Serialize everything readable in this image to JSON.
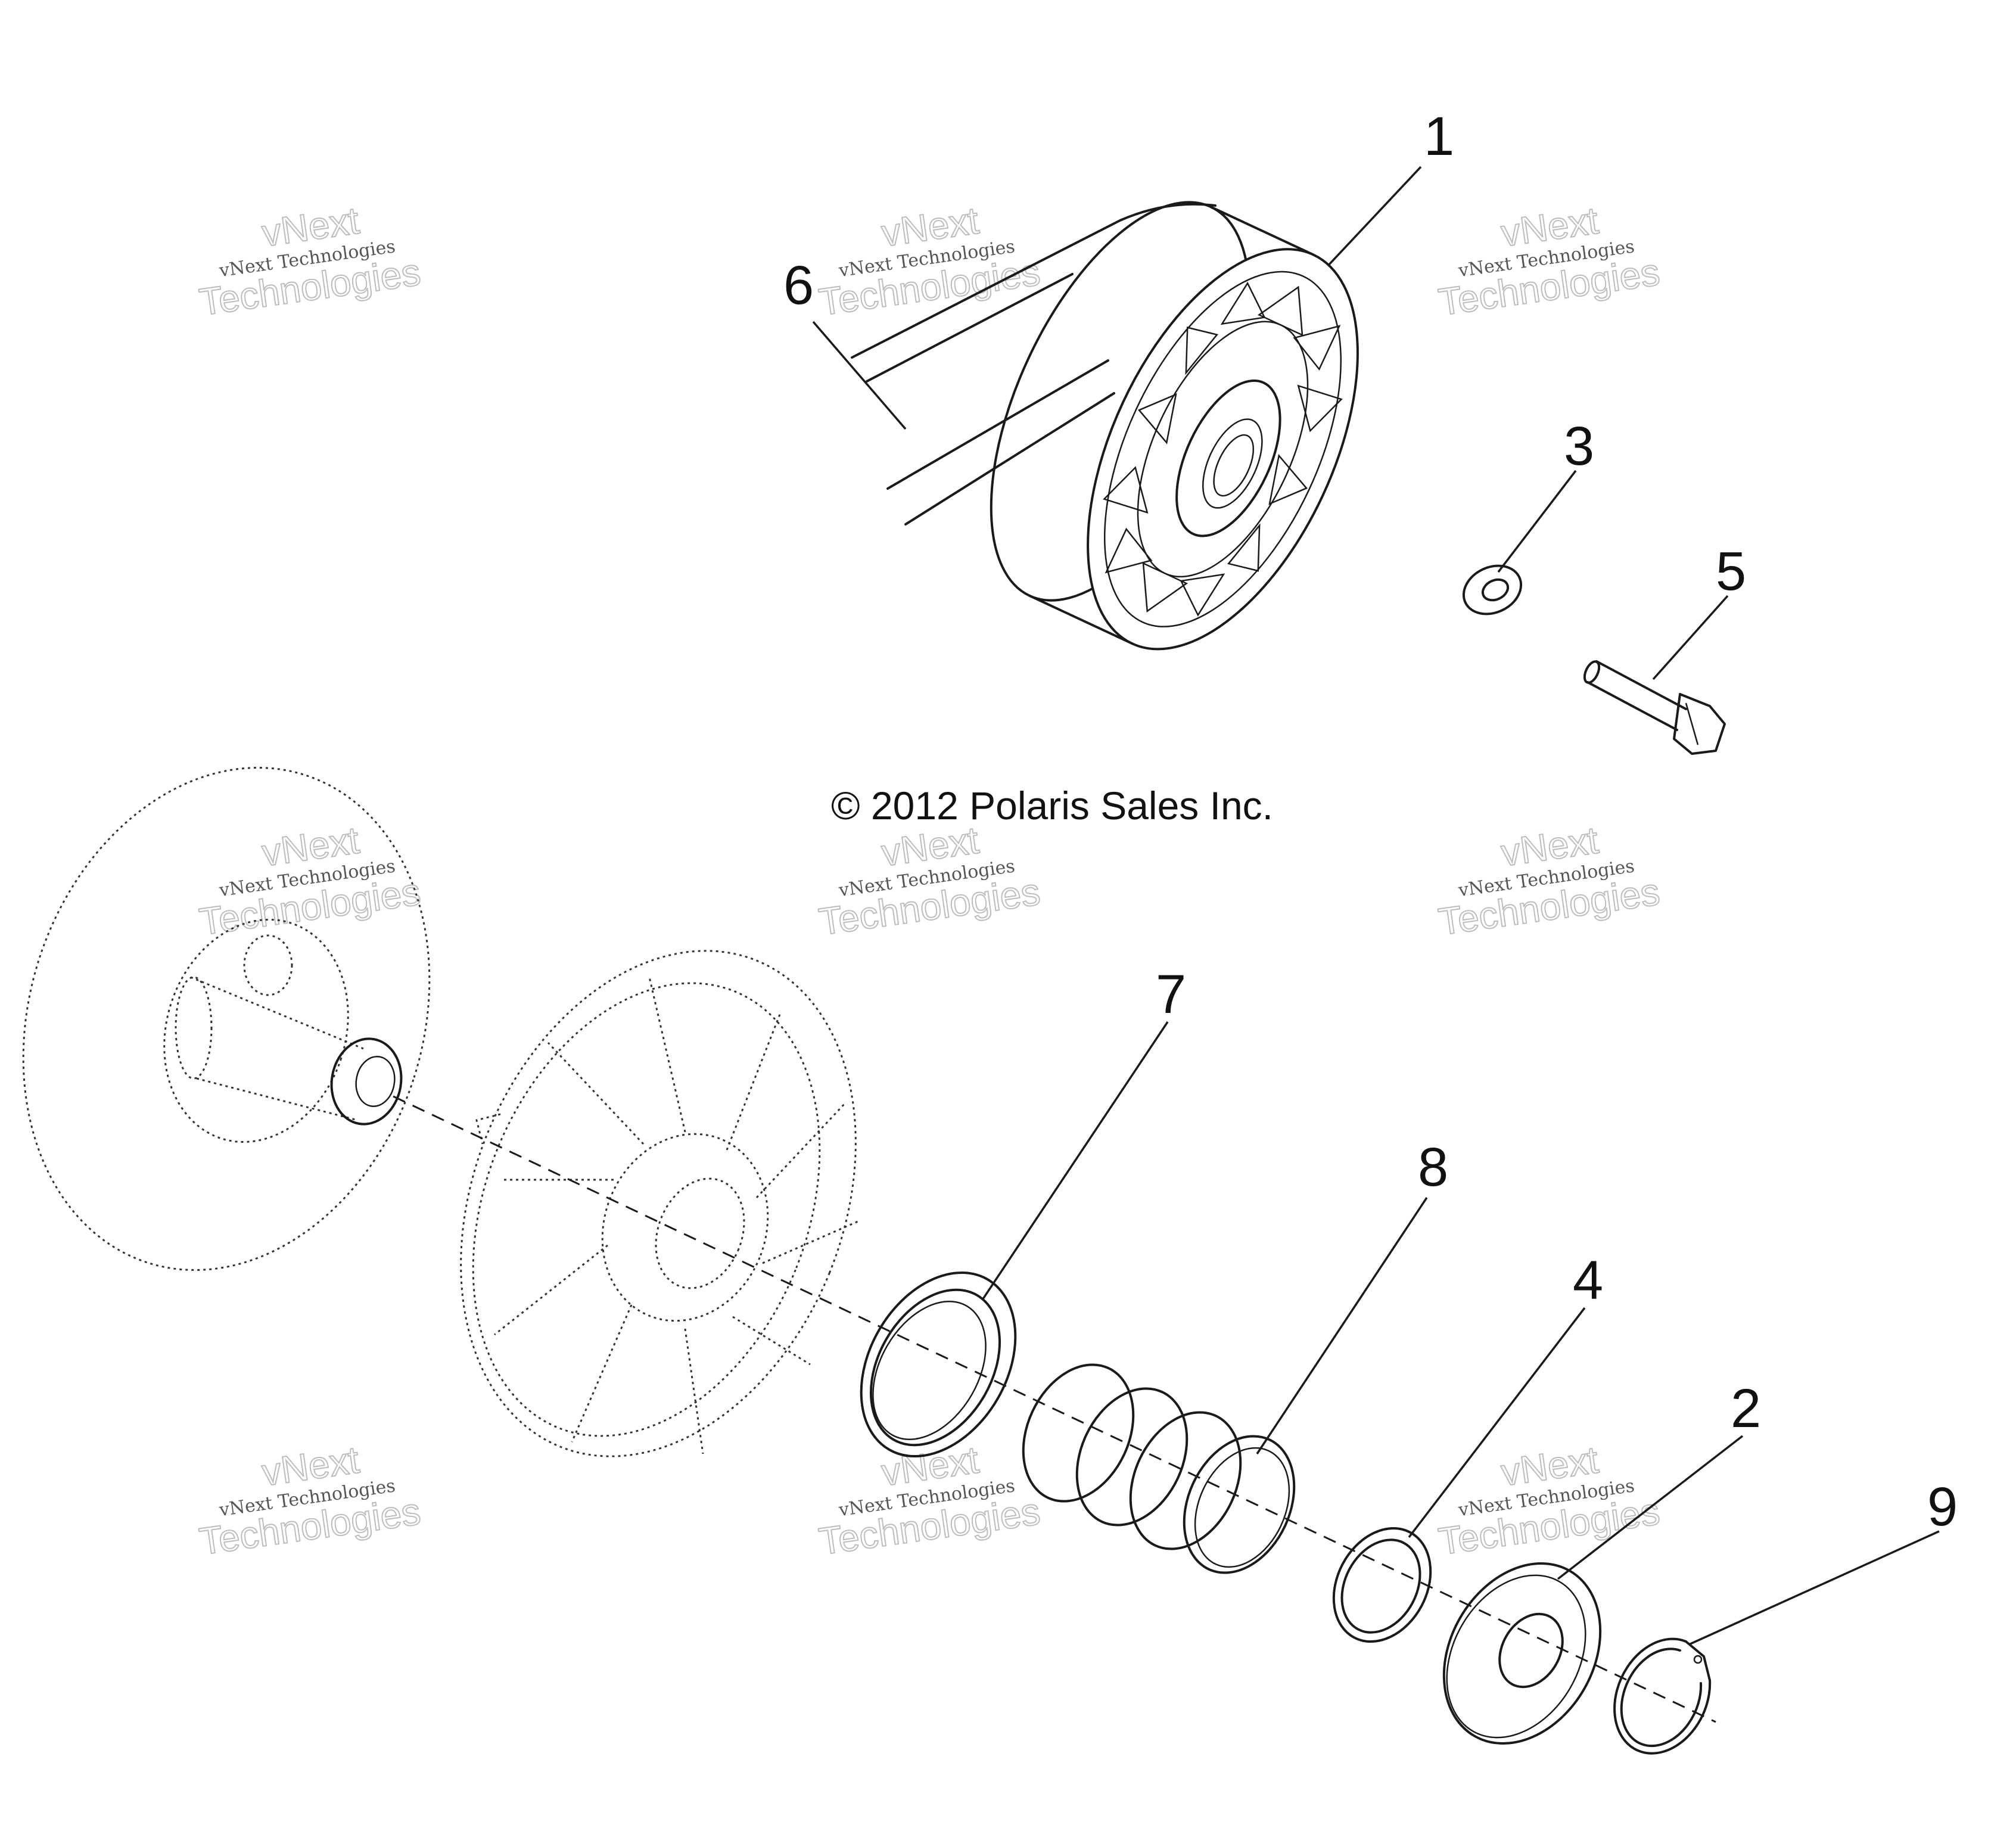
{
  "diagram": {
    "copyright": "© 2012 Polaris Sales Inc.",
    "callouts": [
      "1",
      "2",
      "3",
      "4",
      "5",
      "6",
      "7",
      "8",
      "9"
    ],
    "watermark": {
      "line_a": "vNext",
      "line_b": "vNext Technologies",
      "line_c": "Technologies"
    }
  }
}
